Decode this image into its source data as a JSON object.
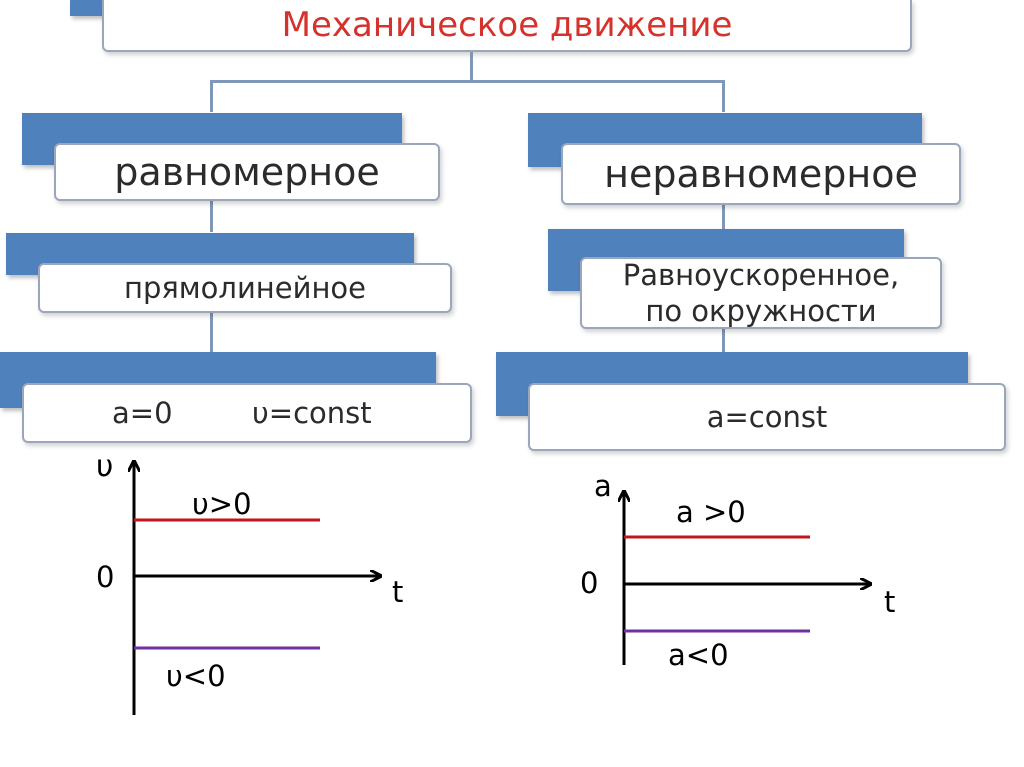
{
  "title": "Механическое движение",
  "left": {
    "type_label": "равномерное",
    "subtype_label": "прямолинейное",
    "formula_a": "a=0",
    "formula_v": "υ=const"
  },
  "right": {
    "type_label": "неравномерное",
    "subtype_line1": "Равноускоренное,",
    "subtype_line2": "по окружности",
    "formula": "a=const"
  },
  "graphs": [
    {
      "y_axis_label": "υ",
      "x_axis_label": "t",
      "origin_label": "0",
      "upper_label": "υ>0",
      "lower_label": "υ<0",
      "upper_color": "#c0161c",
      "lower_color": "#7030a0"
    },
    {
      "y_axis_label": "a",
      "x_axis_label": "t",
      "origin_label": "0",
      "upper_label": "a >0",
      "lower_label": "a<0",
      "upper_color": "#c0161c",
      "lower_color": "#7030a0"
    }
  ]
}
